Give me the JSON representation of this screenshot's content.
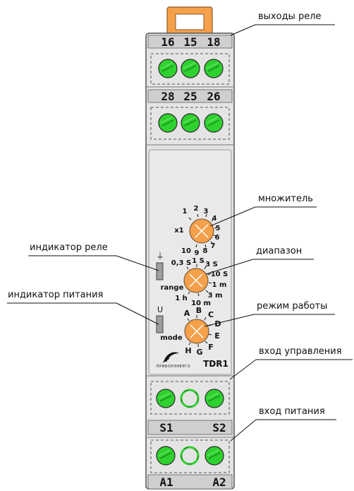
{
  "terminals": {
    "top_row1": [
      "16",
      "15",
      "18"
    ],
    "top_row2": [
      "28",
      "25",
      "26"
    ],
    "bottom_row1": [
      "S1",
      "S2"
    ],
    "bottom_row2": [
      "A1",
      "A2"
    ]
  },
  "callouts": {
    "relay_outputs": "выходы реле",
    "multiplier": "множитель",
    "relay_indicator": "индикатор реле",
    "range": "диапазон",
    "power_indicator": "индикатор питания",
    "mode_label": "режим работы",
    "control_input": "вход управления",
    "power_input": "вход питания"
  },
  "dials": {
    "multiplier": {
      "label": "x1",
      "marks": [
        "1",
        "2",
        "3",
        "4",
        "5",
        "6",
        "7",
        "8",
        "9",
        "10"
      ]
    },
    "range": {
      "label": "range",
      "marks": [
        "0,3 S",
        "1 S",
        "3 S",
        "10 S",
        "1 m",
        "3 m",
        "10 m",
        "1 h"
      ]
    },
    "mode": {
      "label": "mode",
      "marks": [
        "A",
        "B",
        "C",
        "D",
        "E",
        "F",
        "G",
        "H"
      ]
    }
  },
  "indicators": {
    "relay_symbol": "⏚",
    "power_symbol": "U"
  },
  "brand": {
    "maker": "ПРИБОРЭНЕРГО",
    "model": "TDR1"
  },
  "colors": {
    "terminal_screw": "#2ed12e",
    "knob": "#f5a04a",
    "clip": "#f5a04a",
    "body": "#e4e4e4",
    "label_strip": "#cfcfcf"
  }
}
